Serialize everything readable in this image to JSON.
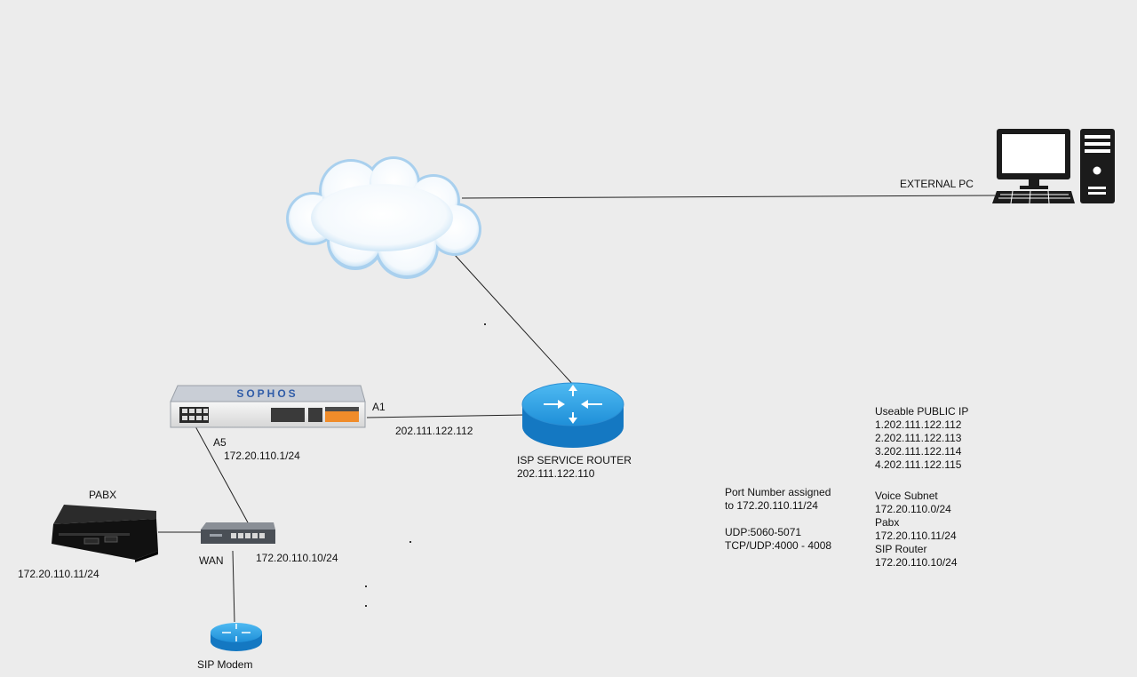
{
  "labels": {
    "external_pc": "EXTERNAL PC",
    "a1": "A1",
    "a5": "A5",
    "sophos_wan_ip": "202.111.122.112",
    "sophos_lan_ip": "172.20.110.1/24",
    "isp_router_name": "ISP SERVICE ROUTER",
    "isp_router_ip": "202.111.122.110",
    "pabx": "PABX",
    "pabx_ip": "172.20.110.11/24",
    "wan": "WAN",
    "switch_ip": "172.20.110.10/24",
    "sip_modem": "SIP Modem",
    "sophos_brand": "SOPHOS"
  },
  "port_info": {
    "line1": "Port Number assigned",
    "line2": "to 172.20.110.11/24",
    "udp": "UDP:5060-5071",
    "tcp_udp": "TCP/UDP:4000 - 4008"
  },
  "public_ip": {
    "title": "Useable PUBLIC IP",
    "items": [
      "1.202.111.122.112",
      "2.202.111.122.113",
      "3.202.111.122.114",
      "4.202.111.122.115"
    ]
  },
  "subnet": {
    "title": "Voice Subnet",
    "subnet_value": "172.20.110.0/24",
    "pabx_title": "Pabx",
    "pabx_value": "172.20.110.11/24",
    "sip_router_title": "SIP Router",
    "sip_router_value": "172.20.110.10/24"
  },
  "colors": {
    "background": "#ececec",
    "cloud_fill": "#ffffff",
    "cloud_edge": "#9cc7e8",
    "router_blue": "#2a9ee6",
    "firewall_orange": "#f08c2a",
    "sophos_blue": "#2f5ca8"
  }
}
